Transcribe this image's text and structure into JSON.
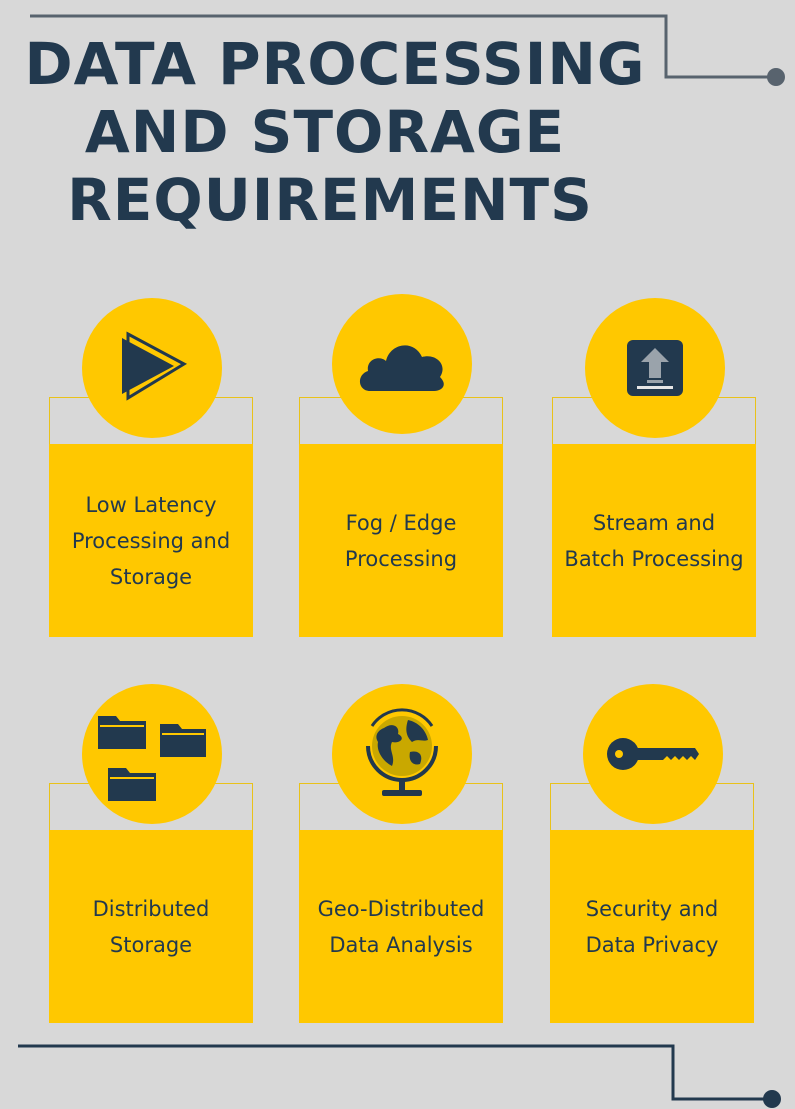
{
  "title": {
    "line1": "DATA PROCESSING",
    "line2": "AND STORAGE",
    "line3": "REQUIREMENTS"
  },
  "colors": {
    "background": "#d8d8d8",
    "accent": "#ffc800",
    "text": "#22394e",
    "line": "#22394e"
  },
  "cards": [
    {
      "label": "Low Latency Processing and Storage",
      "icon": "play-icon"
    },
    {
      "label": "Fog / Edge Processing",
      "icon": "cloud-icon"
    },
    {
      "label": "Stream and Batch Processing",
      "icon": "upload-icon"
    },
    {
      "label": "Distributed Storage",
      "icon": "folders-icon"
    },
    {
      "label": "Geo-Distributed Data Analysis",
      "icon": "globe-icon"
    },
    {
      "label": "Security and Data Privacy",
      "icon": "key-icon"
    }
  ]
}
